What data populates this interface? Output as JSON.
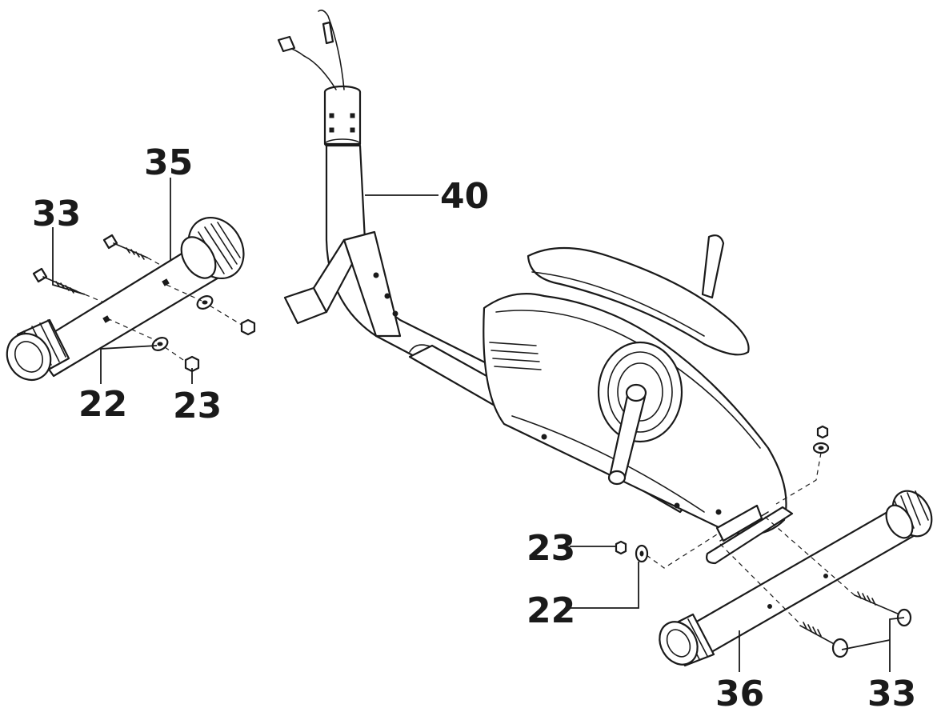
{
  "labels": {
    "part_33_left": "33",
    "part_35": "35",
    "part_40": "40",
    "part_22_left": "22",
    "part_23_left": "23",
    "part_23_right": "23",
    "part_22_right": "22",
    "part_36": "36",
    "part_33_right": "33"
  }
}
